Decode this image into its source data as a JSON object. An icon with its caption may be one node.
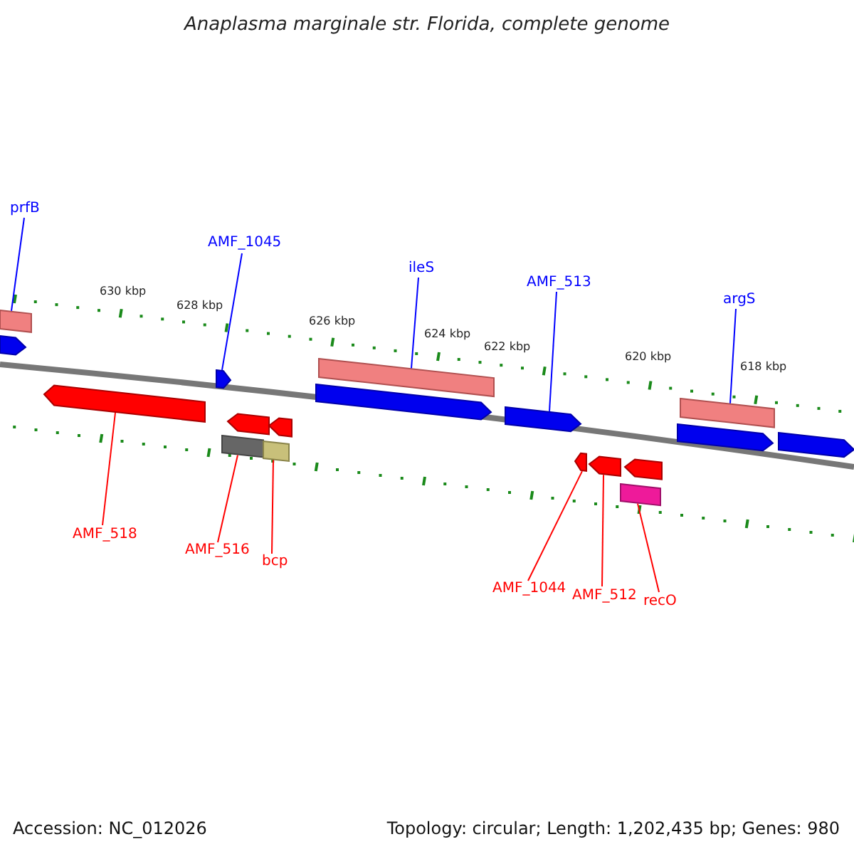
{
  "diagram": {
    "title": "Anaplasma marginale str. Florida, complete genome",
    "nodes": [
      {
        "text": [
          "prfB"
        ]
      },
      {
        "text": [
          "AMF_1045"
        ]
      },
      {
        "text": [
          "ileS"
        ]
      },
      {
        "text": [
          "AMF_513"
        ]
      },
      {
        "text": [
          "argS"
        ]
      },
      {
        "text": [
          "AMF_518"
        ]
      },
      {
        "text": [
          "AMF_516"
        ]
      },
      {
        "text": [
          "bcp"
        ]
      },
      {
        "text": [
          "AMF_1044"
        ]
      },
      {
        "text": [
          "AMF_512"
        ]
      },
      {
        "text": [
          "recO"
        ]
      },
      {
        "text": [],
        "shape": "bar"
      },
      {
        "text": [],
        "shape": "arrow"
      },
      {
        "text": [],
        "shape": "arrow"
      },
      {
        "text": [],
        "shape": "arrow"
      },
      {
        "text": [],
        "shape": "bar"
      },
      {
        "text": [],
        "shape": "arrow"
      },
      {
        "text": [],
        "shape": "bar"
      },
      {
        "text": [],
        "shape": "arrow"
      },
      {
        "text": [],
        "shape": "arrow"
      },
      {
        "text": [],
        "shape": "bar"
      },
      {
        "text": [],
        "shape": "arrow"
      },
      {
        "text": [],
        "shape": "arrow"
      },
      {
        "text": [],
        "shape": "arrow"
      },
      {
        "text": [],
        "shape": "bar"
      },
      {
        "text": [],
        "shape": "arrow"
      },
      {
        "text": [],
        "shape": "arrow"
      },
      {
        "text": [],
        "shape": "bar"
      },
      {
        "text": [],
        "shape": "arrow"
      }
    ],
    "edges": [
      {
        "from": 0,
        "to": 11,
        "arrow": "none",
        "color": "#0000ff"
      },
      {
        "from": 1,
        "to": 14,
        "arrow": "none",
        "color": "#0000ff"
      },
      {
        "from": 2,
        "to": 20,
        "arrow": "none",
        "color": "#0000ff"
      },
      {
        "from": 3,
        "to": 21,
        "arrow": "none",
        "color": "#0000ff"
      },
      {
        "from": 4,
        "to": 27,
        "arrow": "none",
        "color": "#0000ff"
      },
      {
        "from": 5,
        "to": 13,
        "arrow": "none"
      },
      {
        "from": 6,
        "to": 15,
        "arrow": "none"
      },
      {
        "from": 7,
        "to": 17,
        "arrow": "none"
      },
      {
        "from": 8,
        "to": 22,
        "arrow": "none"
      },
      {
        "from": 9,
        "to": 23,
        "arrow": "none"
      },
      {
        "from": 10,
        "to": 24,
        "arrow": "none"
      }
    ],
    "labels": [
      "630 kbp",
      "628 kbp",
      "626 kbp",
      "624 kbp",
      "622 kbp",
      "620 kbp",
      "618 kbp",
      "Accession: NC_012026",
      "Topology: circular; Length: 1,202,435 bp; Genes: 980"
    ]
  }
}
